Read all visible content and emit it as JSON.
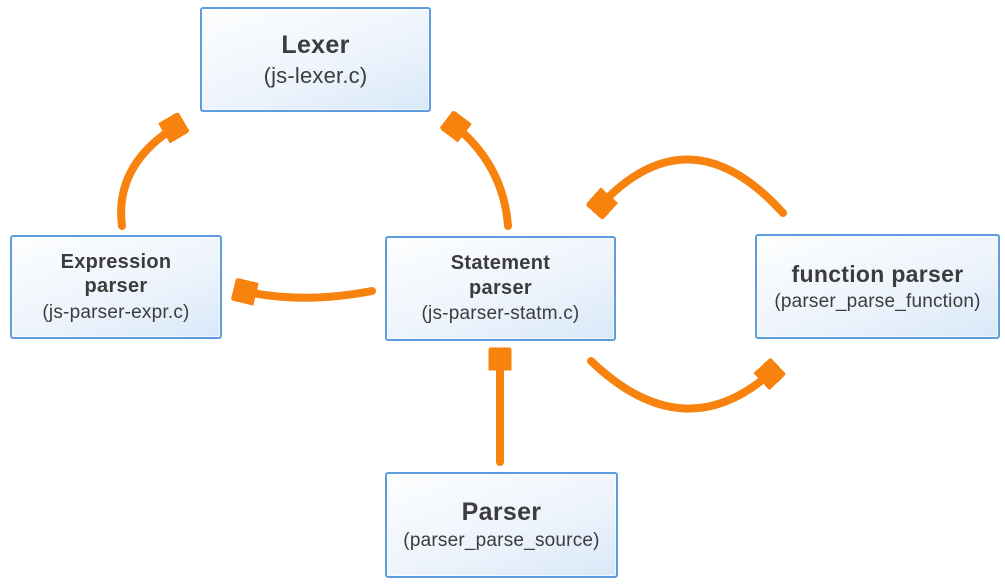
{
  "diagram": {
    "colors": {
      "arrow": "#F7820D",
      "box_border": "#5E9CE0",
      "box_fill_top": "#FDFEFF",
      "box_fill_bottom": "#D9E8F8",
      "text": "#3C3C3C",
      "background": "#FFFFFF"
    },
    "nodes": [
      {
        "id": "lexer",
        "title": "Lexer",
        "subtitle": "(js-lexer.c)"
      },
      {
        "id": "expression-parser",
        "title": "Expression\nparser",
        "subtitle": "(js-parser-expr.c)"
      },
      {
        "id": "statement-parser",
        "title": "Statement\nparser",
        "subtitle": "(js-parser-statm.c)"
      },
      {
        "id": "function-parser",
        "title": "function parser",
        "subtitle": "(parser_parse_function)"
      },
      {
        "id": "parser",
        "title": "Parser",
        "subtitle": "(parser_parse_source)"
      }
    ],
    "edges": [
      {
        "from": "expression-parser",
        "to": "lexer"
      },
      {
        "from": "statement-parser",
        "to": "lexer"
      },
      {
        "from": "statement-parser",
        "to": "expression-parser"
      },
      {
        "from": "function-parser",
        "to": "statement-parser"
      },
      {
        "from": "statement-parser",
        "to": "function-parser"
      },
      {
        "from": "parser",
        "to": "statement-parser"
      }
    ]
  }
}
